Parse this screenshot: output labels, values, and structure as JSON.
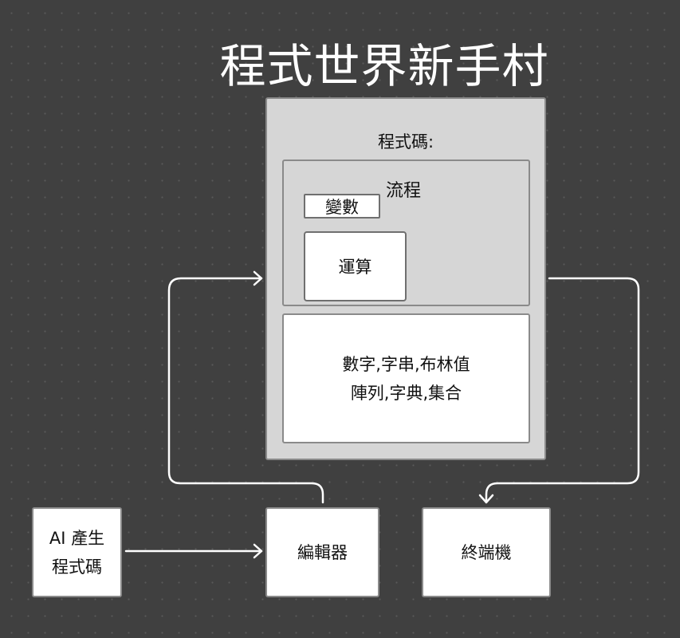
{
  "title": "程式世界新手村",
  "code_block": {
    "label": "程式碼:",
    "flow_label": "流程",
    "variable_label": "變數",
    "operation_label": "運算",
    "types_line1": "數字,字串,布林值",
    "types_line2": "陣列,字典,集合"
  },
  "nodes": {
    "ai_line1": "AI 產生",
    "ai_line2": "程式碼",
    "editor": "編輯器",
    "terminal": "終端機"
  },
  "colors": {
    "background": "#404040",
    "container": "#d6d6d6",
    "box": "#ffffff",
    "arrow": "#ffffff"
  }
}
